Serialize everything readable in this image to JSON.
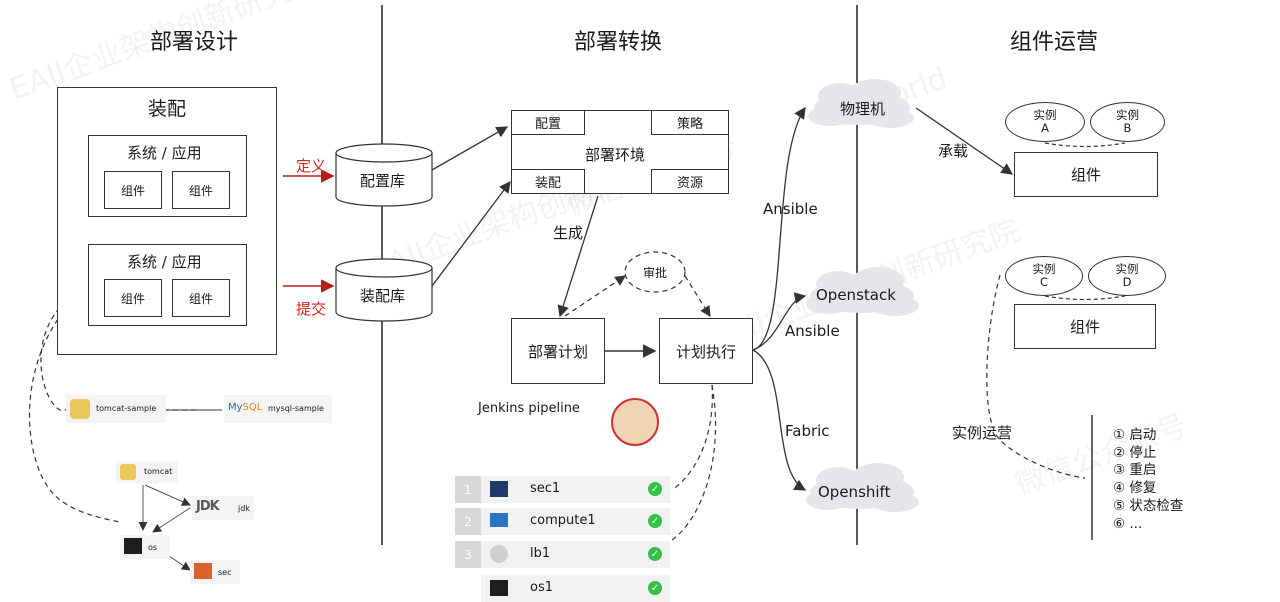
{
  "headers": {
    "design": "部署设计",
    "convert": "部署转换",
    "ops": "组件运营"
  },
  "design": {
    "assembly": "装配",
    "system1": "系统 / 应用",
    "system2": "系统 / 应用",
    "component": "组件",
    "define": "定义",
    "submit": "提交",
    "tomcat_sample": "tomcat-sample",
    "mysql_sample": "mysql-sample",
    "tomcat": "tomcat",
    "jdk": "jdk",
    "jdk_logo": "JDK",
    "os": "os",
    "sec": "sec",
    "mysql_logo_my": "My",
    "mysql_logo_sql": "SQL"
  },
  "convert": {
    "config_db": "配置库",
    "assembly_db": "装配库",
    "env": "部署环境",
    "env_config": "配置",
    "env_policy": "策略",
    "env_assembly": "装配",
    "env_resource": "资源",
    "generate": "生成",
    "approve": "审批",
    "plan": "部署计划",
    "execute": "计划执行",
    "jenkins": "Jenkins pipeline",
    "rows": [
      {
        "num": "1",
        "label": "sec1"
      },
      {
        "num": "2",
        "label": "compute1"
      },
      {
        "num": "3",
        "label": "lb1"
      },
      {
        "num": "",
        "label": "os1"
      }
    ]
  },
  "targets": {
    "physical": "物理机",
    "openstack": "Openstack",
    "openshift": "Openshift",
    "ansible1": "Ansible",
    "ansible2": "Ansible",
    "fabric": "Fabric"
  },
  "ops": {
    "carry": "承载",
    "component": "组件",
    "inst_a": "实例\nA",
    "inst_b": "实例\nB",
    "inst_c": "实例\nC",
    "inst_d": "实例\nD",
    "inst_ops": "实例运营",
    "steps": [
      "① 启动",
      "② 停止",
      "③ 重启",
      "④ 修复",
      "⑤ 状态检查",
      "⑥ ..."
    ]
  },
  "watermarks": [
    "EAII企业架构创新研究院",
    "微信公众账号",
    "eaworld"
  ],
  "colors": {
    "red": "#d9241c",
    "check": "#34c049",
    "cloud": "#e4e6ea"
  }
}
